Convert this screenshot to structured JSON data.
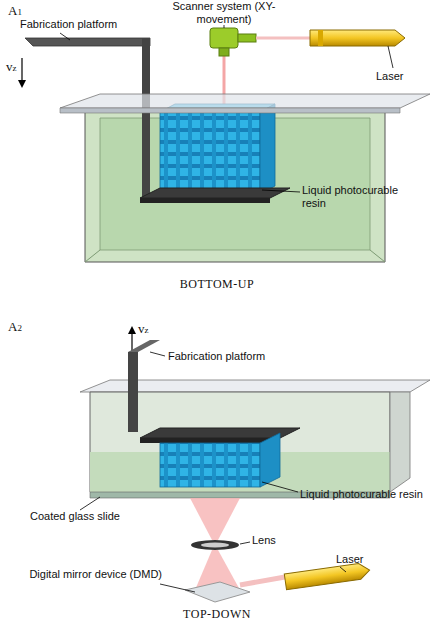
{
  "diagram": {
    "labels": [
      "A1",
      "Scanner system (XY-movement)",
      "Fabrication platform",
      "vz",
      "Laser",
      "Liquid photocurable resin",
      "BOTTOM-UP",
      "A2",
      "vz",
      "Fabrication platform",
      "Coated glass slide",
      "Liquid photocurable resin",
      "Lens",
      "Digital mirror device (DMD)",
      "Laser",
      "TOP-DOWN"
    ]
  }
}
